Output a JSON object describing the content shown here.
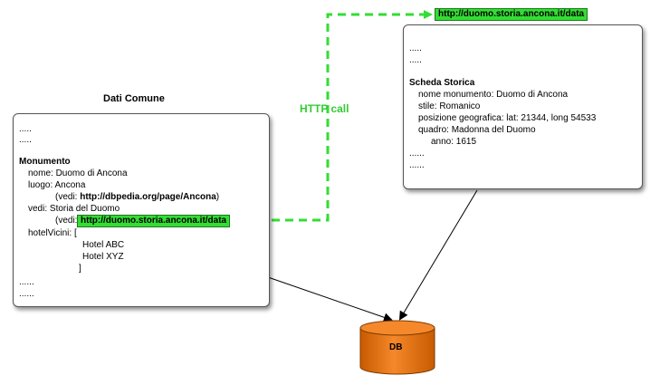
{
  "left_panel": {
    "title": "Dati Comune",
    "lines": {
      "l1": ".....",
      "l2": ".....",
      "l3": "Monumento",
      "l4": "nome: Duomo di Ancona",
      "l5": "luogo: Ancona",
      "l6_prefix": "(vedi: ",
      "l6_link": "http://dbpedia.org/page/Ancona",
      "l6_suffix": ")",
      "l7": "vedi: Storia del Duomo",
      "l8_prefix": "(vedi:",
      "l8_link": "http://duomo.storia.ancona.it/data",
      "l9": "hotelVicini: [",
      "l10": "Hotel ABC",
      "l11": "Hotel XYZ",
      "l12": "]",
      "l13": "......",
      "l14": "......"
    }
  },
  "right_panel": {
    "url_label": "http://duomo.storia.ancona.it/data",
    "lines": {
      "l1": ".....",
      "l2": ".....",
      "l3": "Scheda Storica",
      "l4": "nome monumento: Duomo di Ancona",
      "l5": "stile: Romanico",
      "l6": "posizione geografica: lat: 21344, long 54533",
      "l7": "quadro: Madonna del Duomo",
      "l8": "anno: 1615",
      "l9": "......",
      "l10": "......"
    }
  },
  "connector": {
    "label": "HTTP call"
  },
  "database": {
    "label": "DB"
  },
  "colors": {
    "highlight_green": "#33dd33",
    "dashed_arrow": "#33dd33",
    "db_orange": "#f07a10"
  }
}
